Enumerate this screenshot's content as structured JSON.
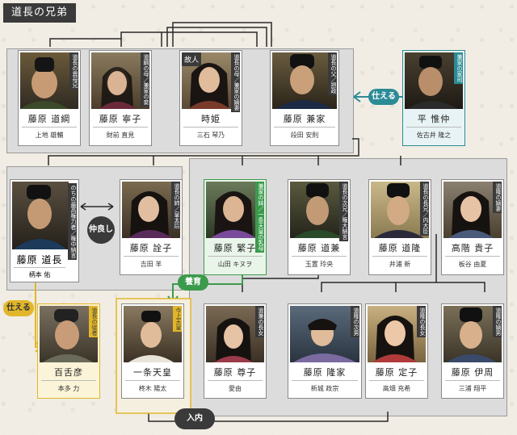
{
  "title": "道長の兄弟",
  "people": {
    "michitsuna": {
      "name": "藤原 道綱",
      "actor": "上地 雄輔",
      "role": "道長の異母兄"
    },
    "neiko": {
      "name": "藤原 寧子",
      "actor": "財前 直見",
      "role": "道綱の母／兼家の妾"
    },
    "tokihime": {
      "name": "時姫",
      "actor": "三石 琴乃",
      "role": "道長の母／兼家の嫡妻",
      "tag": "故人"
    },
    "kaneie": {
      "name": "藤原 兼家",
      "actor": "段田 安則",
      "role": "道長の父／摂政"
    },
    "korenaka": {
      "name": "平 惟仲",
      "actor": "佐古井 隆之",
      "role": "兼家の家司"
    },
    "michinaga": {
      "name": "藤原 道長",
      "actor": "柄本 佑",
      "role": "のちの最高権力者／権中納言"
    },
    "senshi": {
      "name": "藤原 詮子",
      "actor": "吉田 羊",
      "role": "道長の姉／皇太后"
    },
    "shigeko": {
      "name": "藤原 繁子",
      "actor": "山田 キヌヲ",
      "role": "兼家の妹／一条天皇の乳母"
    },
    "michikane": {
      "name": "藤原 道兼",
      "actor": "玉置 玲央",
      "role": "道長の次兄／権大納言"
    },
    "michitaka": {
      "name": "藤原 道隆",
      "actor": "井浦 新",
      "role": "道長の長兄／内大臣"
    },
    "takako": {
      "name": "高階 貴子",
      "actor": "板谷 由夏",
      "role": "道隆の嫡妻"
    },
    "yakushi": {
      "name": "百舌彦",
      "actor": "本多 力",
      "role": "道長の従者"
    },
    "ichijo": {
      "name": "一条天皇",
      "actor": "柊木 陽太",
      "role": "今上天皇"
    },
    "sonshi": {
      "name": "藤原 尊子",
      "actor": "愛由",
      "role": "道兼の長女"
    },
    "takaie": {
      "name": "藤原 隆家",
      "actor": "新城 政宗",
      "role": "道隆の次男"
    },
    "teishi": {
      "name": "藤原 定子",
      "actor": "高畑 充希",
      "role": "道隆の長女"
    },
    "korechika": {
      "name": "藤原 伊周",
      "actor": "三浦 翔平",
      "role": "道隆の嫡男"
    }
  },
  "relations": {
    "serves1": "仕える",
    "serves2": "仕える",
    "friends": "仲良し",
    "nurture": "養育",
    "enter": "入内"
  },
  "colors": {
    "green": "#3c9a4c",
    "teal": "#2b8b96",
    "gold": "#e2b62a",
    "dark": "#3a3a3a"
  }
}
